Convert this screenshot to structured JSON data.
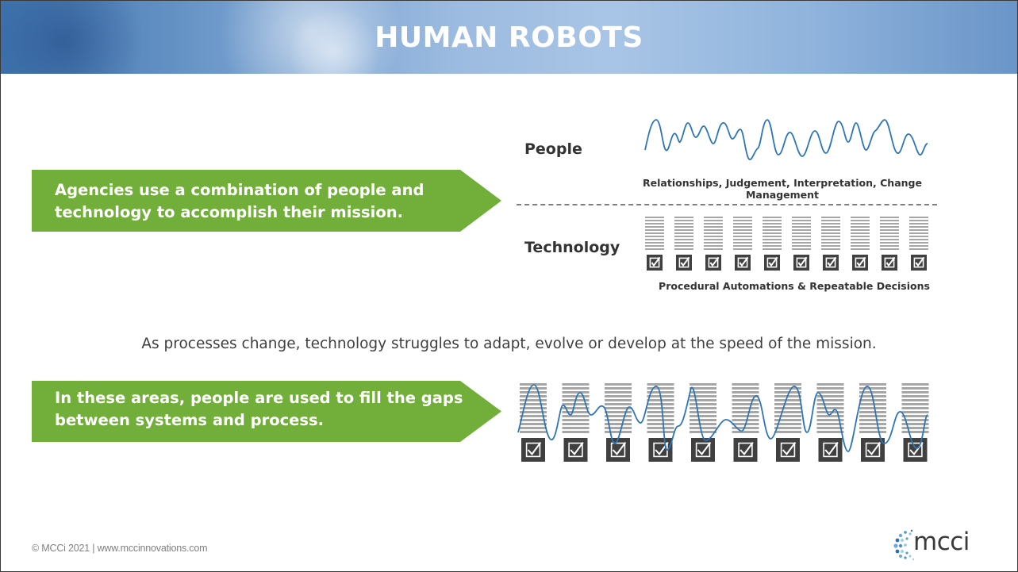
{
  "header": {
    "title": "HUMAN ROBOTS"
  },
  "banners": [
    {
      "text": "Agencies use a combination of people and technology to accomplish their mission."
    },
    {
      "text": "In these areas, people are used to fill the gaps between systems and process."
    }
  ],
  "diagram": {
    "people_label": "People",
    "people_caption": "Relationships, Judgement, Interpretation, Change Management",
    "technology_label": "Technology",
    "technology_caption": "Procedural Automations & Repeatable Decisions",
    "tech_block_count": 10,
    "combined_block_count": 10
  },
  "statement": "As processes change, technology struggles to adapt, evolve or develop at the speed of the mission.",
  "footer": {
    "copyright": "© MCCi 2021 | www.mccinnovations.com"
  },
  "logo": {
    "text": "mcci"
  },
  "colors": {
    "banner_green": "#72ae3a",
    "wave_blue": "#2e75b6",
    "block_gray": "#a6a6a6",
    "check_box": "#404040"
  }
}
